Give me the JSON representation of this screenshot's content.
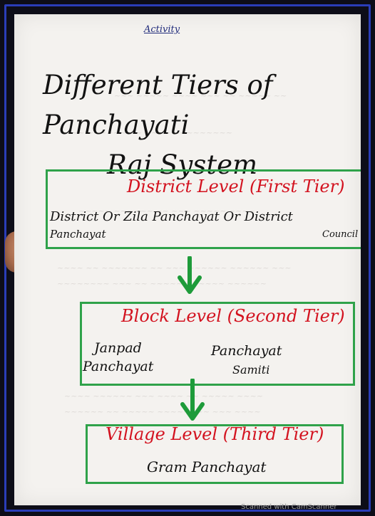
{
  "header": {
    "activity": "Activity"
  },
  "title": {
    "line1": "Different Tiers of Panchayati",
    "line2": "Raj System"
  },
  "tiers": [
    {
      "heading": "District Level (First Tier)",
      "line1": "District  Or  Zila Panchayat  Or  District",
      "line2_left": "Panchayat",
      "line2_right": "Council"
    },
    {
      "heading": "Block Level (Second Tier)",
      "col1_line1": "Janpad",
      "col1_line2": "Panchayat",
      "col2_line1": "Panchayat",
      "col2_line2": "Samiti"
    },
    {
      "heading": "Village Level (Third Tier)",
      "body": "Gram Panchayat"
    }
  ],
  "footer": {
    "scanned": "Scanned with CamScanner"
  },
  "colors": {
    "border": "#2a3db8",
    "heading": "#d3121f",
    "box": "#2fa24a",
    "arrow": "#1e9b3a",
    "ink": "#121212"
  }
}
